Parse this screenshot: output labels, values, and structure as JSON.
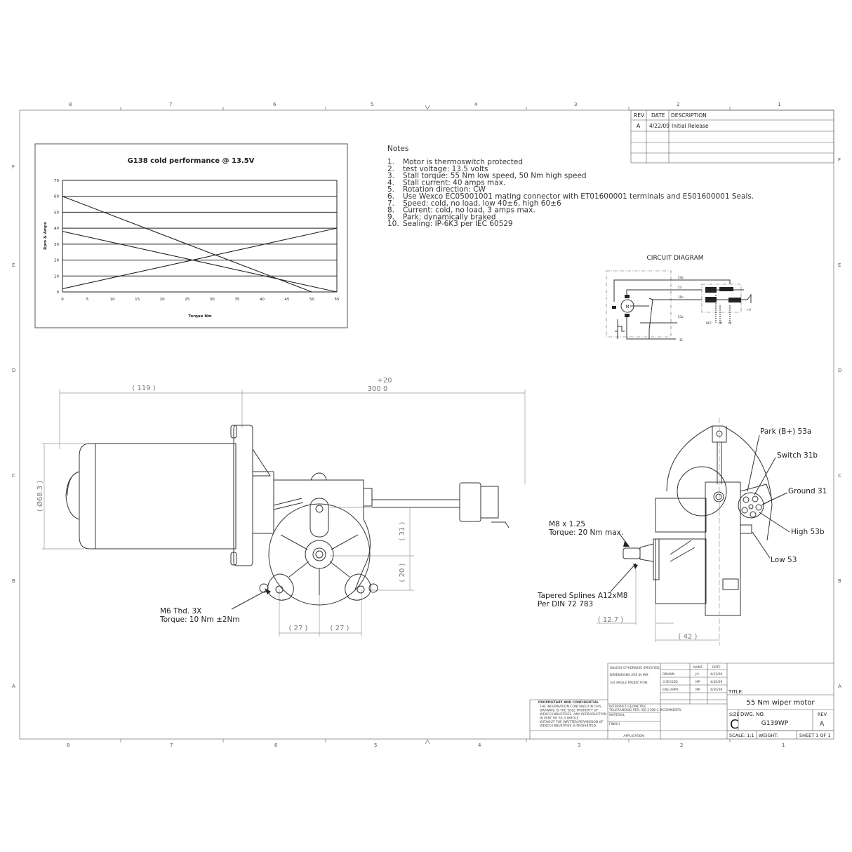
{
  "border": {
    "columns": [
      "8",
      "7",
      "6",
      "5",
      "4",
      "3",
      "2",
      "1"
    ],
    "rows": [
      "F",
      "E",
      "D",
      "C",
      "B",
      "A"
    ]
  },
  "revision_block": {
    "headers": [
      "REV",
      "DATE",
      "DESCRIPTION"
    ],
    "rows": [
      {
        "rev": "A",
        "date": "4/22/09",
        "description": "Initial Release"
      }
    ]
  },
  "notes": {
    "title": "Notes",
    "items": [
      {
        "n": "1.",
        "text": "Motor is thermoswitch protected"
      },
      {
        "n": "2.",
        "text": "test voltage: 13.5 volts"
      },
      {
        "n": "3.",
        "text": "Stall torque: 55 Nm low speed, 50 Nm high speed"
      },
      {
        "n": "4.",
        "text": "Stall current: 40 amps max."
      },
      {
        "n": "5.",
        "text": "Rotation direction: CW"
      },
      {
        "n": "6.",
        "text": "Use Wexco EC05001001 mating connector with ET01600001 terminals and ES01600001 Seals."
      },
      {
        "n": "7.",
        "text": "Speed: cold, no load, low 40±6, high 60±6"
      },
      {
        "n": "8.",
        "text": "Current: cold, no load, 3 amps max."
      },
      {
        "n": "9.",
        "text": "Park: dynamically braked"
      },
      {
        "n": "10.",
        "text": "Sealing: IP-6K3 per IEC 60529"
      }
    ]
  },
  "chart_data": {
    "type": "line",
    "title": "G138 cold performance @ 13.5V",
    "xlabel": "Torque Nm",
    "ylabel": "Rpm & Amps",
    "xlim": [
      0,
      55
    ],
    "ylim": [
      0,
      70
    ],
    "xticks": [
      0,
      5,
      10,
      15,
      20,
      25,
      30,
      35,
      40,
      45,
      50,
      55
    ],
    "yticks": [
      0,
      10,
      20,
      30,
      40,
      50,
      60,
      70
    ],
    "grid": "horizontal",
    "legend": "none",
    "series": [
      {
        "x": [
          0,
          50
        ],
        "y": [
          60,
          0
        ]
      },
      {
        "x": [
          0,
          55
        ],
        "y": [
          38,
          0
        ]
      },
      {
        "x": [
          0,
          55
        ],
        "y": [
          2,
          40
        ]
      }
    ]
  },
  "circuit": {
    "title": "CIRCUIT DIAGRAM",
    "terminals": [
      "53b",
      "53",
      "31b",
      "53a",
      "31"
    ],
    "motor_label": "M",
    "switch_positions": [
      "OFF",
      "LO",
      "HI"
    ],
    "supply_label": "+V"
  },
  "front_view": {
    "dim_overall_tol": "+20",
    "dim_overall": "300  0",
    "dim_motor": "( 119 )",
    "dim_diameter": "( Ø68.3 )",
    "dim_31": "( 31 )",
    "dim_20": "( 20 )",
    "dim_27a": "( 27 )",
    "dim_27b": "( 27 )",
    "callout_line1": "M6 Thd. 3X",
    "callout_line2": "Torque: 10 Nm ±2Nm"
  },
  "side_view": {
    "park": "Park (B+) 53a",
    "switch": "Switch 31b",
    "ground": "Ground 31",
    "high": "High 53b",
    "low": "Low 53",
    "thread_line1": "M8 x 1.25",
    "thread_line2": "Torque: 20 Nm max.",
    "splines_line1": "Tapered Splines A12xM8",
    "splines_line2": "Per DIN 72 783",
    "dim_12_7": "( 12.7 )",
    "dim_42": "( 42 )"
  },
  "title_block": {
    "unless": "UNLESS OTHERWISE SPECIFIED:",
    "dims_mm": "DIMENSIONS ARE IN MM",
    "projection": "3rd ANGLE PROJECTION",
    "name_hdr": "NAME",
    "date_hdr": "DATE",
    "drawn": {
      "label": "DRAWN",
      "name": "JH",
      "date": "4/22/09"
    },
    "checked": {
      "label": "CHECKED",
      "name": "MP",
      "date": "4/30/09"
    },
    "eng_appr": {
      "label": "ENG APPR.",
      "name": "MP",
      "date": "4/30/09"
    },
    "proprietary_title": "PROPRIETARY AND CONFIDENTIAL",
    "proprietary_lines": [
      "THE INFORMATION CONTAINED IN THIS",
      "DRAWING IS THE SOLE PROPERTY OF",
      "WEXCO INDUSTRIES.  ANY REPRODUCTION",
      "IN PART OR AS A WHOLE",
      "WITHOUT THE WRITTEN PERMISSION OF",
      "WEXCO INDUSTRIES IS PROHIBITED."
    ],
    "interpret_1": "INTERPRET GEOMETRIC",
    "interpret_2": "TOLERANCING PER: ISO 2768-1 M",
    "material": "MATERIAL",
    "finish": "FINISH",
    "application": "APPLICATION",
    "comments": "COMMENTS:",
    "title_label": "TITLE:",
    "title": "55 Nm wiper motor",
    "size_label": "SIZE",
    "size": "C",
    "dwg_no_label": "DWG.  NO.",
    "dwg_no": "G139WP",
    "rev_label": "REV",
    "rev": "A",
    "scale": "SCALE: 1:1",
    "weight": "WEIGHT:",
    "sheet": "SHEET 1 OF 1"
  }
}
